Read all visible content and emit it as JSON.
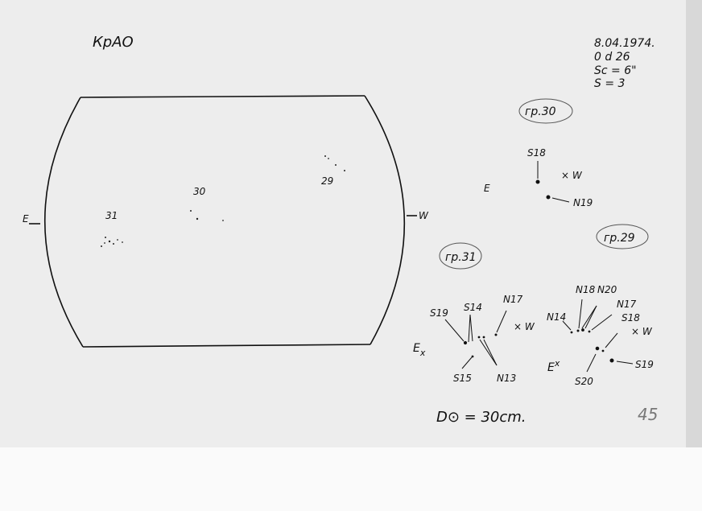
{
  "header": {
    "observatory": "КрАО",
    "date": "8.04.1974.",
    "time": "0 d 26",
    "seeing": "Sc = 6\"",
    "quality": "S = 3"
  },
  "disk": {
    "east_label": "E",
    "west_label": "W",
    "groups": [
      {
        "label": "31"
      },
      {
        "label": "30"
      },
      {
        "label": "29"
      }
    ]
  },
  "group30": {
    "title": "гр.30",
    "spots": [
      "S18",
      "N19"
    ],
    "east": "E",
    "west": "W"
  },
  "group31": {
    "title": "гр.31",
    "spots": [
      "S19",
      "S14",
      "N17",
      "S15",
      "N13"
    ],
    "east": "E",
    "west": "W"
  },
  "group29": {
    "title": "гр.29",
    "spots": [
      "N18",
      "N20",
      "N14",
      "N17",
      "S18",
      "S19",
      "S20"
    ],
    "east": "E",
    "west": "W"
  },
  "footer": {
    "diameter": "D⊙ = 30cm.",
    "page_number": "45"
  }
}
